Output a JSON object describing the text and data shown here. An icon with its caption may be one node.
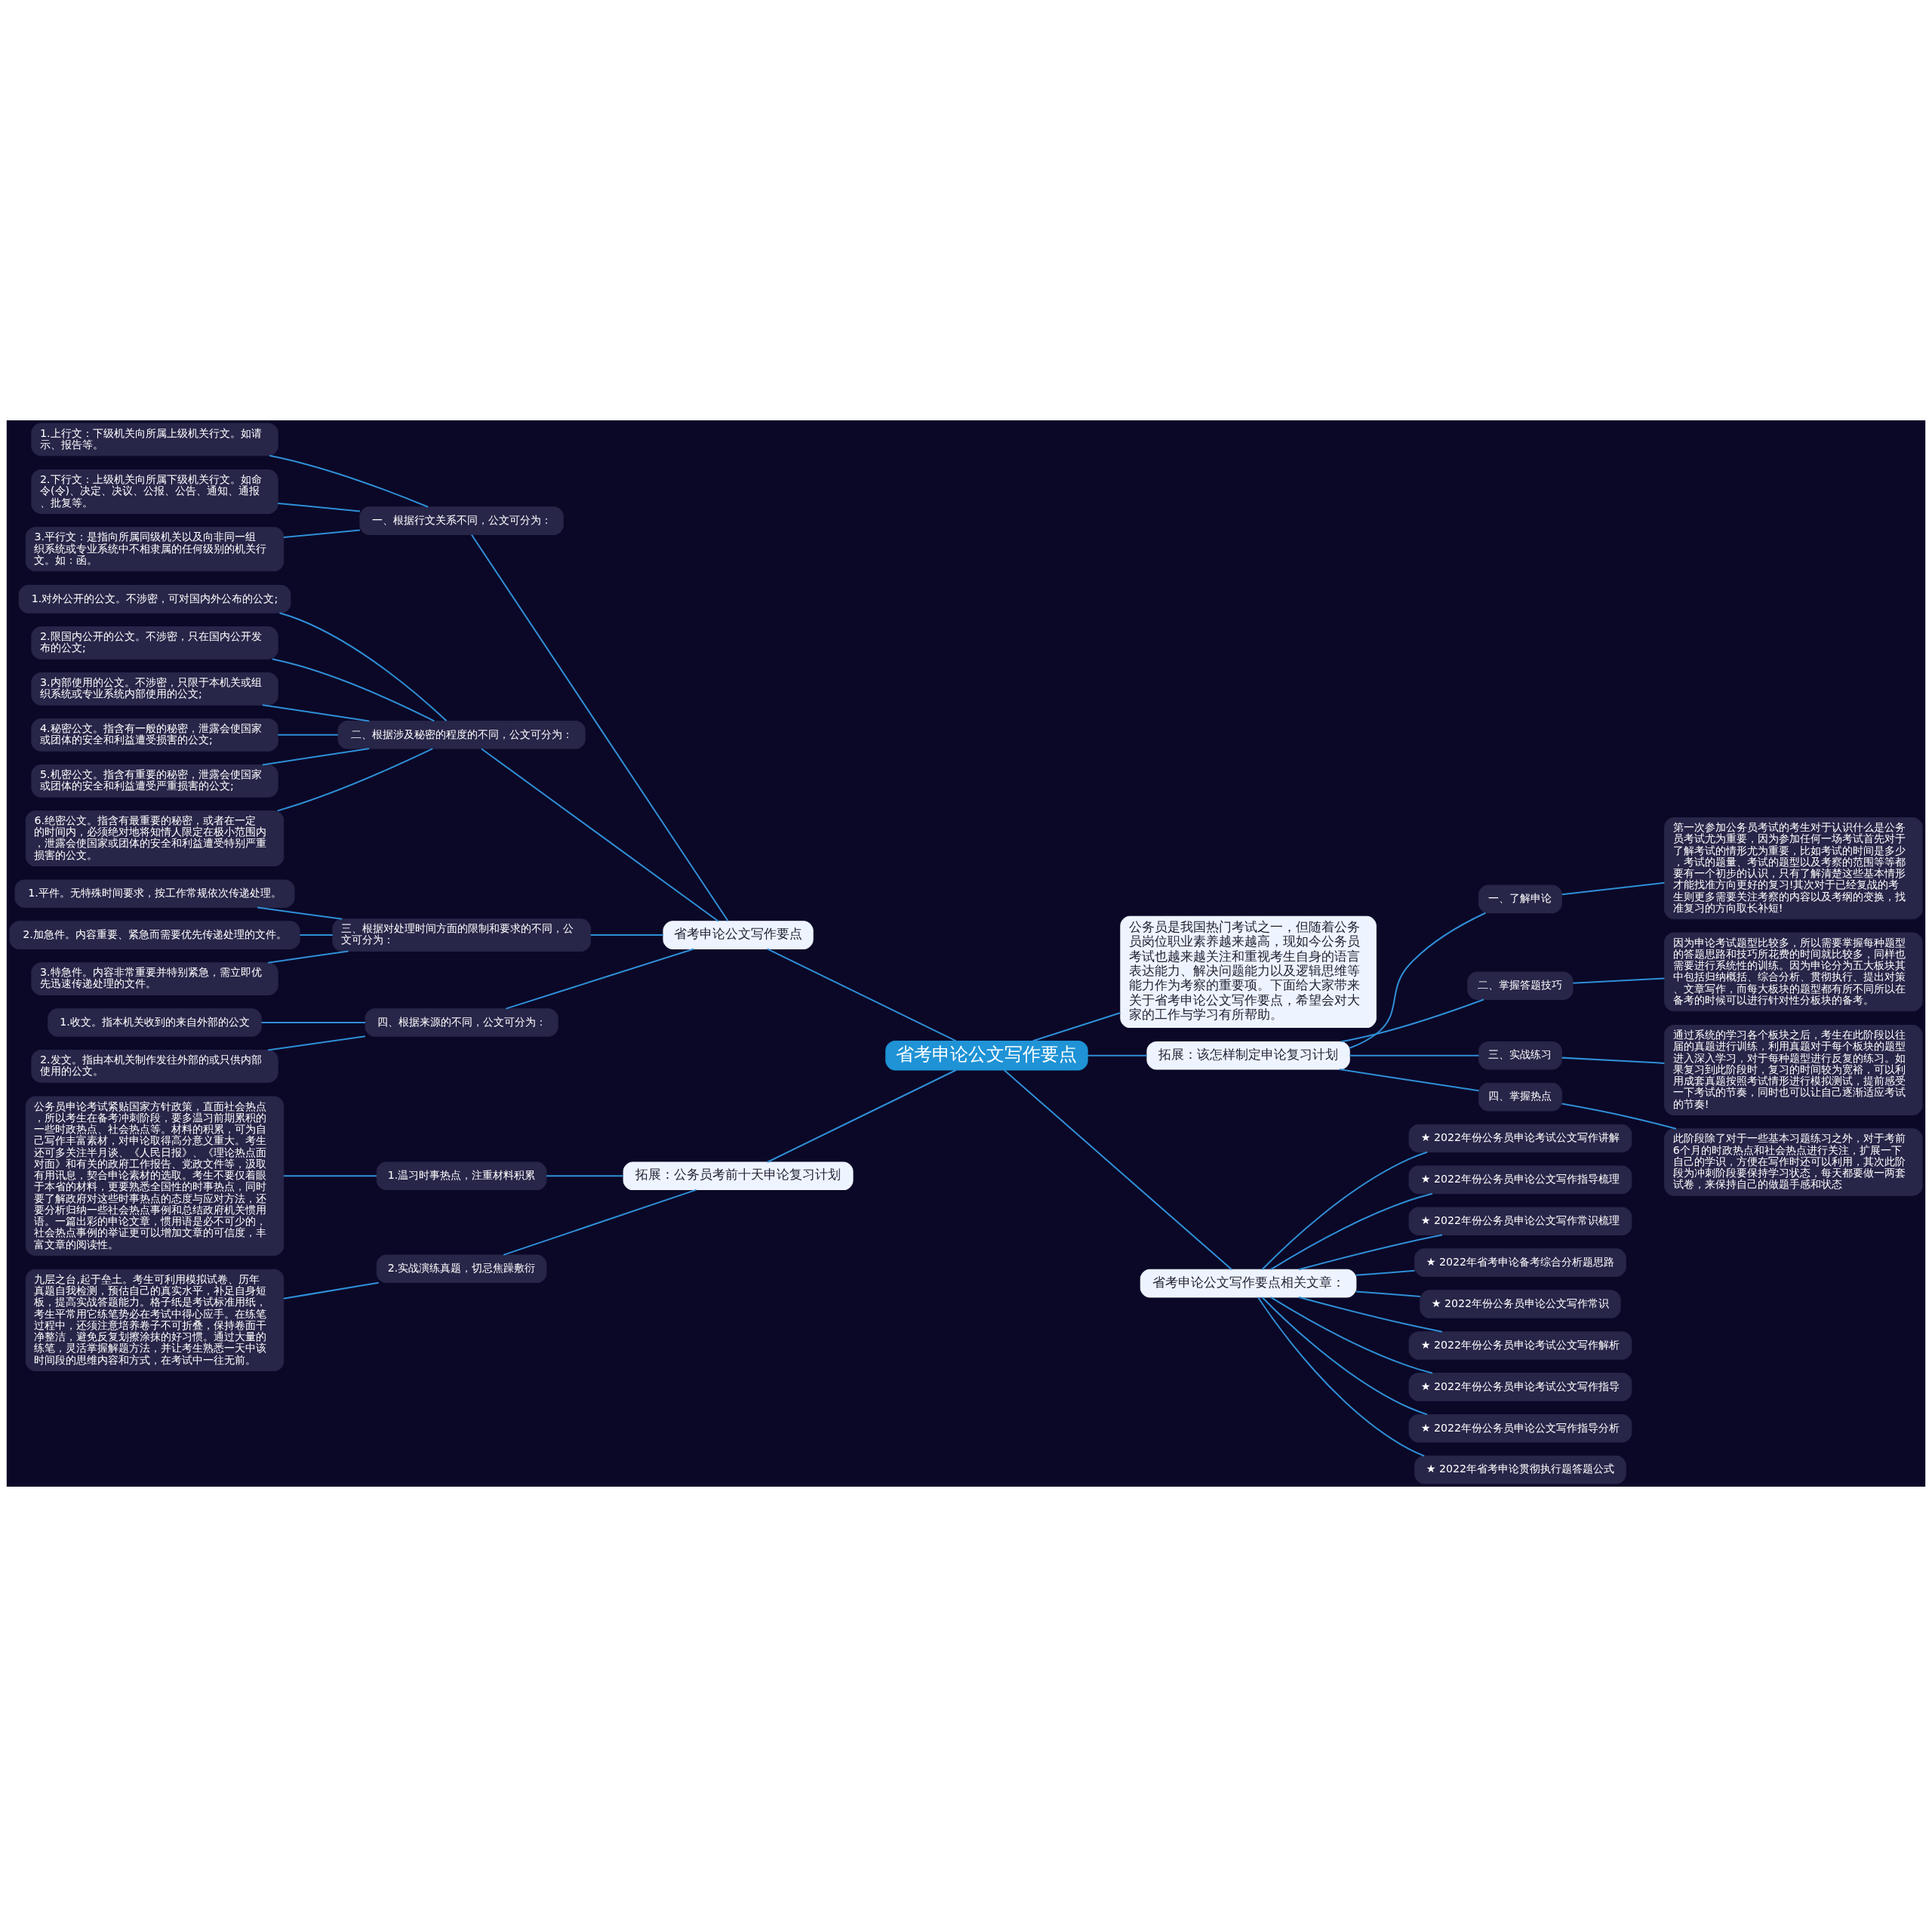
{
  "diagram": {
    "nodes": [
      {
        "text": [
          "省考申论公文写作要点"
        ]
      },
      {
        "text": [
          "省考申论公文写作要点"
        ]
      },
      {
        "text": [
          "一、根据行文关系不同，公文可分为："
        ]
      },
      {
        "text": [
          "1.上行文：下级机关向所属上级机关行文。如请示、报告等。"
        ]
      },
      {
        "text": [
          "2.下行文：上级机关向所属下级机关行文。如命令(令)、决定、决议、公报、公告、通知、通报、批复等。"
        ]
      },
      {
        "text": [
          "3.平行文：是指向所属同级机关以及向非同一组织系统或专业系统中不相隶属的任何级别的机关行文。如：函。"
        ]
      },
      {
        "text": [
          "二、根据涉及秘密的程度的不同，公文可分为："
        ]
      },
      {
        "text": [
          "1.对外公开的公文。不涉密，可对国内外公布的公文;"
        ]
      },
      {
        "text": [
          "2.限国内公开的公文。不涉密，只在国内公开发布的公文;"
        ]
      },
      {
        "text": [
          "3.内部使用的公文。不涉密，只限于本机关或组织系统或专业系统内部使用的公文;"
        ]
      },
      {
        "text": [
          "4.秘密公文。指含有一般的秘密，泄露会使国家或团体的安全和利益遭受损害的公文;"
        ]
      },
      {
        "text": [
          "5.机密公文。指含有重要的秘密，泄露会使国家或团体的安全和利益遭受严重损害的公文;"
        ]
      },
      {
        "text": [
          "6.绝密公文。指含有最重要的秘密，或者在一定的时间内，必须绝对地将知情人限定在极小范围内，泄露会使国家或团体的安全和利益遭受特别严重损害的公文。"
        ]
      },
      {
        "text": [
          "三、根据对处理时间方面的限制和要求的不同，公文可分为："
        ]
      },
      {
        "text": [
          "1.平件。无特殊时间要求，按工作常规依次传递处理。"
        ]
      },
      {
        "text": [
          "2.加急件。内容重要、紧急而需要优先传递处理的文件。"
        ]
      },
      {
        "text": [
          "3.特急件。内容非常重要并特别紧急，需立即优先迅速传递处理的文件。"
        ]
      },
      {
        "text": [
          "四、根据来源的不同，公文可分为："
        ]
      },
      {
        "text": [
          "1.收文。指本机关收到的来自外部的公文"
        ]
      },
      {
        "text": [
          "2.发文。指由本机关制作发往外部的或只供内部使用的公文。"
        ]
      },
      {
        "text": [
          "拓展：公务员考前十天申论复习计划"
        ]
      },
      {
        "text": [
          "1.温习时事热点，注重材料积累"
        ]
      },
      {
        "text": [
          "公务员申论考试紧贴国家方针政策，直面社会热点，所以考生在备考冲刺阶段，要多温习前期累积的一些时政热点、社会热点等。材料的积累，可为自己写作丰富素材，对申论取得高分意义重大。考生还可多关注半月谈、《人民日报》、《理论热点面对面》和有关的政府工作报告、党政文件等，汲取有用讯息，契合申论素材的选取。考生不要仅着眼于本省的材料，更要熟悉全国性的时事热点，同时要了解政府对这些时事热点的态度与应对方法，还要分析归纳一些社会热点事例和总结政府机关惯用语。一篇出彩的申论文章，惯用语是必不可少的，社会热点事例的举证更可以增加文章的可信度，丰富文章的阅读性。"
        ]
      },
      {
        "text": [
          "2.实战演练真题，切忌焦躁敷衍"
        ]
      },
      {
        "text": [
          "九层之台,起于垒土。考生可利用模拟试卷、历年真题自我检测，预估自己的真实水平，补足自身短板，提高实战答题能力。格子纸是考试标准用纸，考生平常用它练笔势必在考试中得心应手。在练笔过程中，还须注意培养卷子不可折叠，保持卷面干净整洁，避免反复划擦涂抹的好习惯。通过大量的练笔，灵活掌握解题方法，并让考生熟悉一天中该时间段的思维内容和方式，在考试中一往无前。"
        ]
      },
      {
        "text": [
          "公务员是我国热门考试之一，但随着公务员岗位职业素养越来越高，现如今公务员考试也越来越关注和重视考生自身的语言表达能力、解决问题能力以及逻辑思维等能力作为考察的重要项。下面给大家带来关于省考申论公文写作要点，希望会对大家的工作与学习有所帮助。"
        ]
      },
      {
        "text": [
          "拓展：该怎样制定申论复习计划"
        ]
      },
      {
        "text": [
          "一、了解申论"
        ]
      },
      {
        "text": [
          "第一次参加公务员考试的考生对于认识什么是公务员考试尤为重要，因为参加任何一场考试首先对于了解考试的情形尤为重要，比如考试的时间是多少，考试的题量、考试的题型以及考察的范围等等都要有一个初步的认识，只有了解清楚这些基本情形才能找准方向更好的复习!其次对于已经复战的考生则更多需要关注考察的内容以及考纲的变换，找准复习的方向取长补短!"
        ]
      },
      {
        "text": [
          "二、掌握答题技巧"
        ]
      },
      {
        "text": [
          "因为申论考试题型比较多，所以需要掌握每种题型的答题思路和技巧所花费的时间就比较多，同样也需要进行系统性的训练。因为申论分为五大板块其中包括归纳概括、综合分析、贯彻执行、提出对策、文章写作，而每大板块的题型都有所不同所以在备考的时候可以进行针对性分板块的备考。"
        ]
      },
      {
        "text": [
          "三、实战练习"
        ]
      },
      {
        "text": [
          "通过系统的学习各个板块之后，考生在此阶段以往届的真题进行训练，利用真题对于每个板块的题型进入深入学习，对于每种题型进行反复的练习。如果复习到此阶段时，复习的时间较为宽裕，可以利用成套真题按照考试情形进行模拟测试，提前感受一下考试的节奏，同时也可以让自己逐渐适应考试的节奏!"
        ]
      },
      {
        "text": [
          "四、掌握热点"
        ]
      },
      {
        "text": [
          "此阶段除了对于一些基本习题练习之外，对于考前6个月的时政热点和社会热点进行关注，扩展一下自己的学识，方便在写作时还可以利用，其次此阶段为冲刺阶段要保持学习状态，每天都要做一两套试卷，来保持自己的做题手感和状态"
        ]
      },
      {
        "text": [
          "省考申论公文写作要点相关文章："
        ]
      },
      {
        "text": [
          "★ 2022年份公务员申论考试公文写作讲解"
        ]
      },
      {
        "text": [
          "★ 2022年份公务员申论公文写作指导梳理"
        ]
      },
      {
        "text": [
          "★ 2022年份公务员申论公文写作常识梳理"
        ]
      },
      {
        "text": [
          "★ 2022年省考申论备考综合分析题思路"
        ]
      },
      {
        "text": [
          "★ 2022年份公务员申论公文写作常识"
        ]
      },
      {
        "text": [
          "★ 2022年份公务员申论考试公文写作解析"
        ]
      },
      {
        "text": [
          "★ 2022年份公务员申论考试公文写作指导"
        ]
      },
      {
        "text": [
          "★ 2022年份公务员申论公文写作指导分析"
        ]
      },
      {
        "text": [
          "★ 2022年省考申论贯彻执行题答题公式"
        ]
      }
    ],
    "edges": [
      {
        "from": 0,
        "to": 1,
        "arrow": "none"
      },
      {
        "from": 1,
        "to": 2,
        "arrow": "none"
      },
      {
        "from": 2,
        "to": 3,
        "arrow": "none"
      },
      {
        "from": 2,
        "to": 4,
        "arrow": "none"
      },
      {
        "from": 2,
        "to": 5,
        "arrow": "none"
      },
      {
        "from": 1,
        "to": 6,
        "arrow": "none"
      },
      {
        "from": 6,
        "to": 7,
        "arrow": "none"
      },
      {
        "from": 6,
        "to": 8,
        "arrow": "none"
      },
      {
        "from": 6,
        "to": 9,
        "arrow": "none"
      },
      {
        "from": 6,
        "to": 10,
        "arrow": "none"
      },
      {
        "from": 6,
        "to": 11,
        "arrow": "none"
      },
      {
        "from": 6,
        "to": 12,
        "arrow": "none"
      },
      {
        "from": 1,
        "to": 13,
        "arrow": "none"
      },
      {
        "from": 13,
        "to": 14,
        "arrow": "none"
      },
      {
        "from": 13,
        "to": 15,
        "arrow": "none"
      },
      {
        "from": 13,
        "to": 16,
        "arrow": "none"
      },
      {
        "from": 1,
        "to": 17,
        "arrow": "none"
      },
      {
        "from": 17,
        "to": 18,
        "arrow": "none"
      },
      {
        "from": 17,
        "to": 19,
        "arrow": "none"
      },
      {
        "from": 0,
        "to": 20,
        "arrow": "none"
      },
      {
        "from": 20,
        "to": 21,
        "arrow": "none"
      },
      {
        "from": 21,
        "to": 22,
        "arrow": "none"
      },
      {
        "from": 20,
        "to": 23,
        "arrow": "none"
      },
      {
        "from": 23,
        "to": 24,
        "arrow": "none"
      },
      {
        "from": 0,
        "to": 25,
        "arrow": "none"
      },
      {
        "from": 0,
        "to": 26,
        "arrow": "none"
      },
      {
        "from": 26,
        "to": 27,
        "arrow": "none"
      },
      {
        "from": 27,
        "to": 28,
        "arrow": "none"
      },
      {
        "from": 26,
        "to": 29,
        "arrow": "none"
      },
      {
        "from": 29,
        "to": 30,
        "arrow": "none"
      },
      {
        "from": 26,
        "to": 31,
        "arrow": "none"
      },
      {
        "from": 31,
        "to": 32,
        "arrow": "none"
      },
      {
        "from": 26,
        "to": 33,
        "arrow": "none"
      },
      {
        "from": 33,
        "to": 34,
        "arrow": "none"
      },
      {
        "from": 0,
        "to": 35,
        "arrow": "none"
      },
      {
        "from": 35,
        "to": 36,
        "arrow": "none"
      },
      {
        "from": 35,
        "to": 37,
        "arrow": "none"
      },
      {
        "from": 35,
        "to": 38,
        "arrow": "none"
      },
      {
        "from": 35,
        "to": 39,
        "arrow": "none"
      },
      {
        "from": 35,
        "to": 40,
        "arrow": "none"
      },
      {
        "from": 35,
        "to": 41,
        "arrow": "none"
      },
      {
        "from": 35,
        "to": 42,
        "arrow": "none"
      },
      {
        "from": 35,
        "to": 43,
        "arrow": "none"
      },
      {
        "from": 35,
        "to": 44,
        "arrow": "none"
      }
    ]
  }
}
